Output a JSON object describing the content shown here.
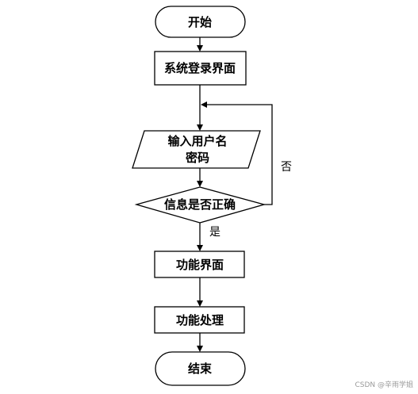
{
  "nodes": {
    "start": "开始",
    "login": "系统登录界面",
    "input_line1": "输入用户名",
    "input_line2": "密码",
    "check": "信息是否正确",
    "function_ui": "功能界面",
    "function_proc": "功能处理",
    "end": "结束"
  },
  "edges": {
    "yes": "是",
    "no": "否"
  },
  "watermark": "CSDN @辛雨学姐"
}
